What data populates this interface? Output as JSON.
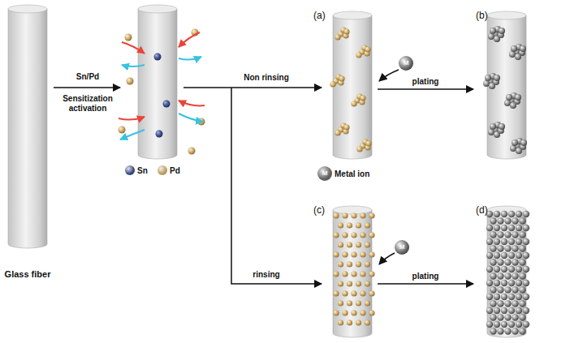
{
  "diagram": {
    "nodes": [
      {
        "text": [
          "Glass fiber"
        ]
      },
      {
        "text": [
          "(a)"
        ]
      },
      {
        "text": [
          "(b)"
        ]
      },
      {
        "text": [
          "(c)"
        ]
      },
      {
        "text": [
          "(d)"
        ]
      }
    ],
    "edges": [
      {
        "from": 1,
        "to": 2,
        "arrow": "to",
        "label": "plating"
      },
      {
        "from": 3,
        "to": 4,
        "arrow": "to",
        "label": "plating"
      }
    ],
    "labels": [
      "Sn/Pd",
      "Sensitization activation",
      "Non rinsing",
      "rinsing",
      "M",
      "M",
      "M"
    ],
    "legend": [
      {
        "text": "Sn",
        "color": "#34447a"
      },
      {
        "text": "Pd",
        "color": "#b89a5c"
      },
      {
        "text": "Metal ion",
        "color": "#5f5f5f"
      }
    ]
  }
}
